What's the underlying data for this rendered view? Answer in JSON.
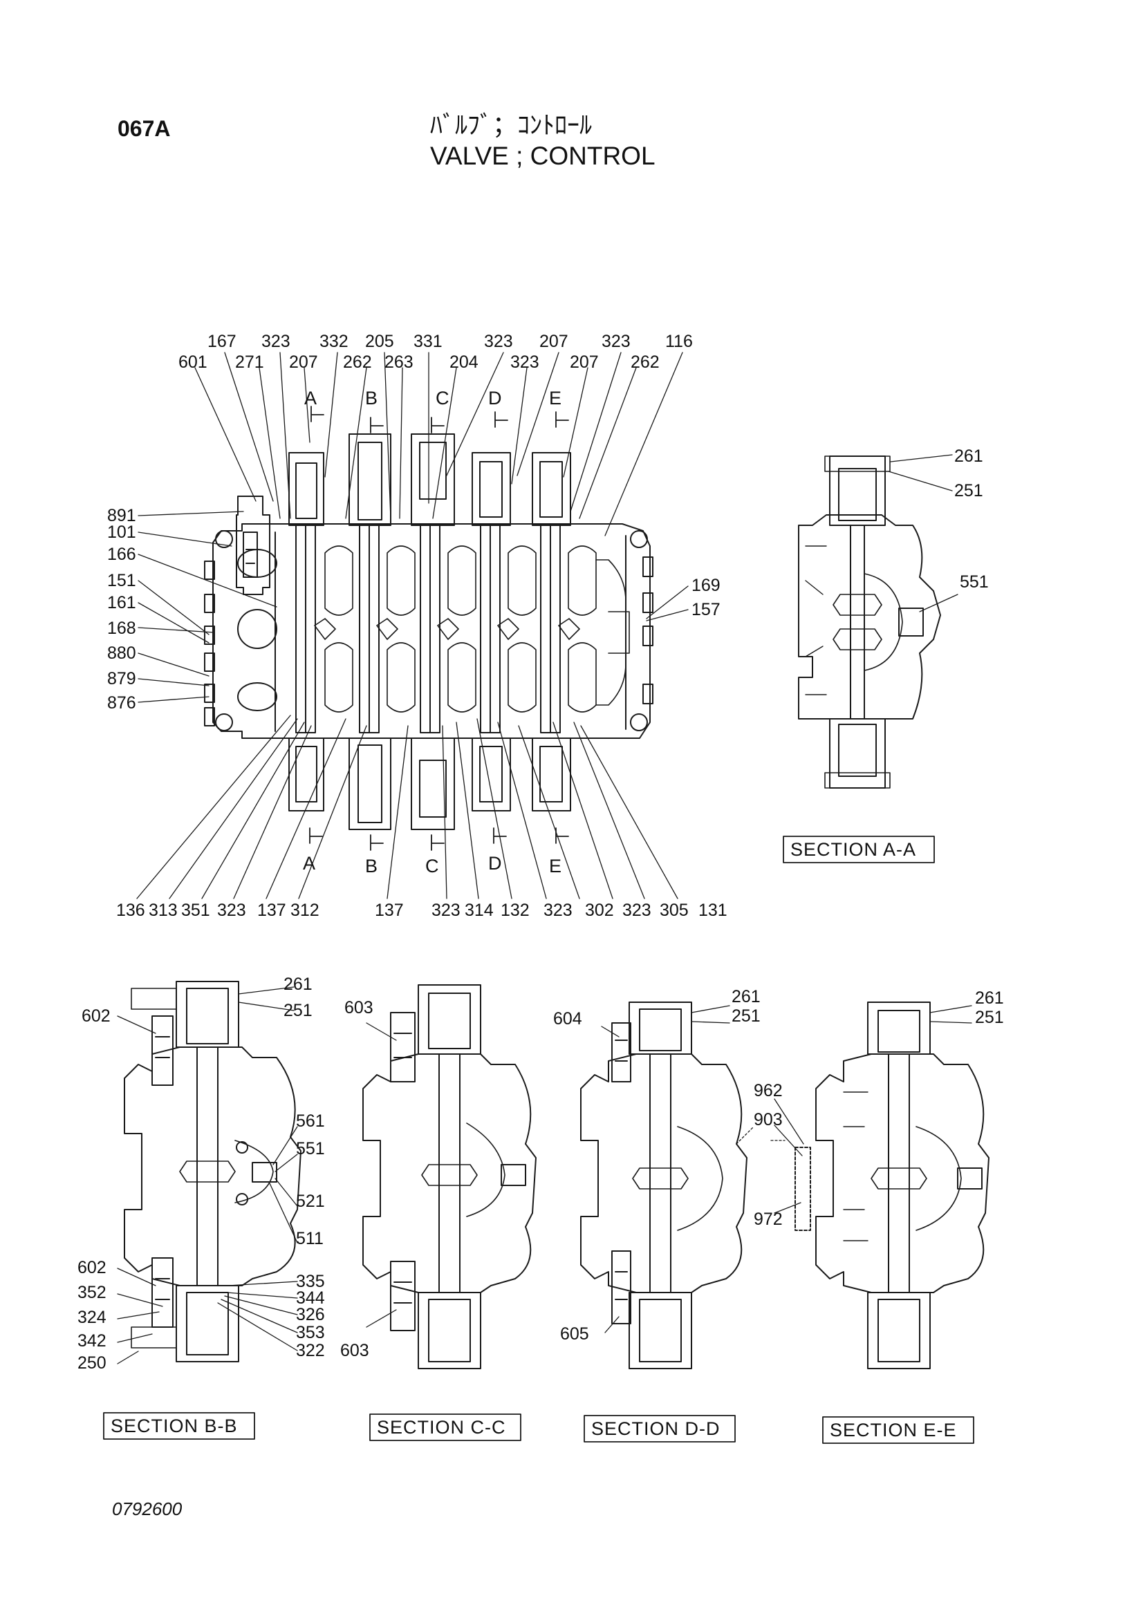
{
  "header": {
    "page_code": "067A",
    "title_jp": "ﾊﾞﾙﾌﾞ；ｺﾝﾄﾛｰﾙ",
    "title_en": "VALVE ; CONTROL"
  },
  "footer": {
    "drawing_number": "0792600"
  },
  "main_view": {
    "top_labels_row1": [
      "167",
      "323",
      "332",
      "205",
      "331",
      "323",
      "207",
      "323",
      "116"
    ],
    "top_labels_row2": [
      "601",
      "271",
      "207",
      "262",
      "263",
      "204",
      "323",
      "207",
      "262"
    ],
    "left_labels": [
      "891",
      "101",
      "166",
      "151",
      "161",
      "168",
      "880",
      "879",
      "876"
    ],
    "right_labels": [
      "169",
      "157"
    ],
    "bottom_labels": [
      "136",
      "313",
      "351",
      "323",
      "137",
      "312",
      "137",
      "323",
      "314",
      "132",
      "323",
      "302",
      "323",
      "305",
      "131"
    ],
    "cut_markers": [
      "A",
      "B",
      "C",
      "D",
      "E"
    ]
  },
  "section_a": {
    "caption": "SECTION A-A",
    "labels": [
      "261",
      "251",
      "551"
    ]
  },
  "section_b": {
    "caption": "SECTION B-B",
    "labels_left": [
      "602",
      "602",
      "352",
      "324",
      "342",
      "250"
    ],
    "labels_right": [
      "261",
      "251",
      "561",
      "551",
      "521",
      "511",
      "335",
      "344",
      "326",
      "353",
      "322"
    ]
  },
  "section_c": {
    "caption": "SECTION C-C",
    "labels": [
      "603",
      "603"
    ]
  },
  "section_d": {
    "caption": "SECTION D-D",
    "labels": [
      "604",
      "605",
      "261",
      "251"
    ]
  },
  "section_e": {
    "caption": "SECTION E-E",
    "labels": [
      "261",
      "251",
      "962",
      "903",
      "972"
    ]
  }
}
